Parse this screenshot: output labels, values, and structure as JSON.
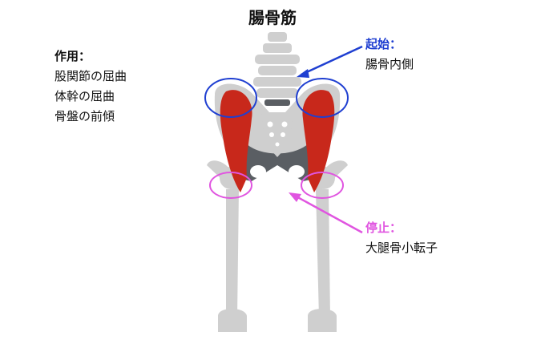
{
  "title": "腸骨筋",
  "action": {
    "heading": "作用：",
    "items": [
      "股関節の屈曲",
      "体幹の屈曲",
      "骨盤の前傾"
    ]
  },
  "origin": {
    "heading": "起始：",
    "value": "腸骨内側"
  },
  "insertion": {
    "heading": "停止：",
    "value": "大腿骨小転子"
  },
  "colors": {
    "origin_accent": "#1f3fd1",
    "insertion_accent": "#e055e0",
    "muscle": "#c8281b",
    "bone": "#cfcfcf",
    "bone_dark": "#5a5e63"
  }
}
